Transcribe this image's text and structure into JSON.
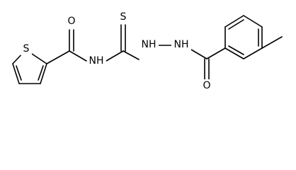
{
  "diagram": {
    "type": "chemical-structure",
    "atom_labels": {
      "thiophene_sulfur": "S",
      "amide_oxygen_left": "O",
      "amide_nitrogen": "NH",
      "thione_sulfur": "S",
      "hydrazine_n1": "NH",
      "hydrazine_n2": "NH",
      "amide_oxygen_right": "O"
    }
  }
}
